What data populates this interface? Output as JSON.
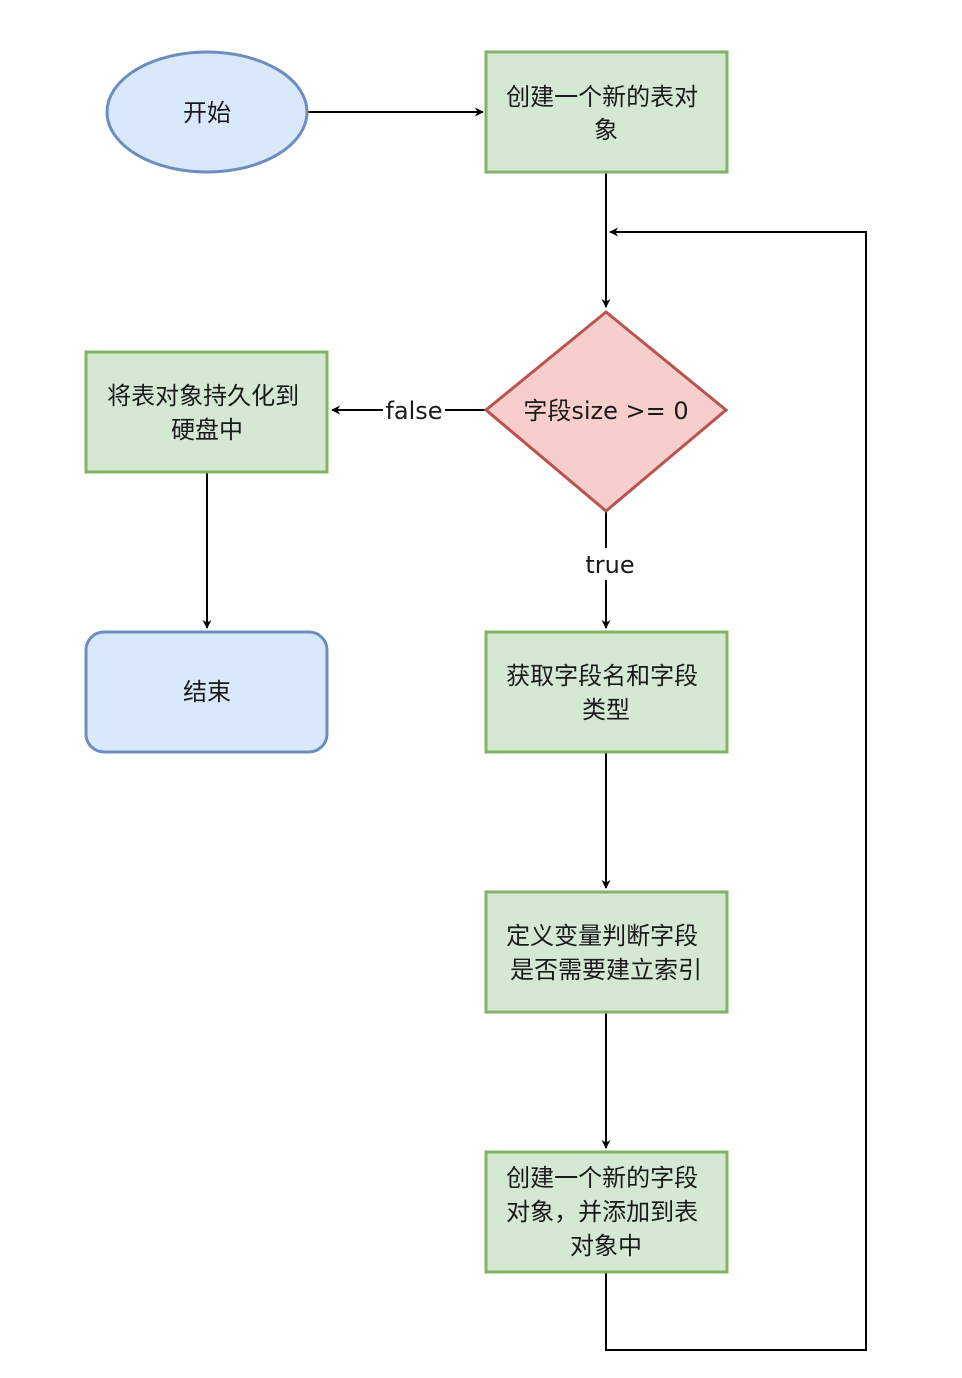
{
  "diagram": {
    "nodes": {
      "start": {
        "lines": [
          "开始"
        ],
        "shape": "ellipse",
        "fill": "#dae8fc",
        "stroke": "#6c8ebf"
      },
      "create_table": {
        "lines": [
          "创建一个新的表对",
          "象"
        ],
        "shape": "rect",
        "fill": "#d5e8d4",
        "stroke": "#82b366"
      },
      "decision": {
        "lines": [
          "字段size >= 0"
        ],
        "shape": "diamond",
        "fill": "#f8cecc",
        "stroke": "#b85450"
      },
      "persist": {
        "lines": [
          "将表对象持久化到",
          "硬盘中"
        ],
        "shape": "rect",
        "fill": "#d5e8d4",
        "stroke": "#82b366"
      },
      "end": {
        "lines": [
          "结束"
        ],
        "shape": "rounded-rect",
        "fill": "#dae8fc",
        "stroke": "#6c8ebf"
      },
      "get_field": {
        "lines": [
          "获取字段名和字段",
          "类型"
        ],
        "shape": "rect",
        "fill": "#d5e8d4",
        "stroke": "#82b366"
      },
      "define_var": {
        "lines": [
          "定义变量判断字段",
          "是否需要建立索引"
        ],
        "shape": "rect",
        "fill": "#d5e8d4",
        "stroke": "#82b366"
      },
      "create_field": {
        "lines": [
          "创建一个新的字段",
          "对象，并添加到表",
          "对象中"
        ],
        "shape": "rect",
        "fill": "#d5e8d4",
        "stroke": "#82b366"
      }
    },
    "edges": [
      {
        "from": "start",
        "to": "create_table",
        "label": ""
      },
      {
        "from": "create_table",
        "to": "decision",
        "label": ""
      },
      {
        "from": "decision",
        "to": "persist",
        "label": "false"
      },
      {
        "from": "persist",
        "to": "end",
        "label": ""
      },
      {
        "from": "decision",
        "to": "get_field",
        "label": "true"
      },
      {
        "from": "get_field",
        "to": "define_var",
        "label": ""
      },
      {
        "from": "define_var",
        "to": "create_field",
        "label": ""
      },
      {
        "from": "create_field",
        "to": "decision",
        "label": ""
      }
    ],
    "edge_color": "#000000"
  }
}
